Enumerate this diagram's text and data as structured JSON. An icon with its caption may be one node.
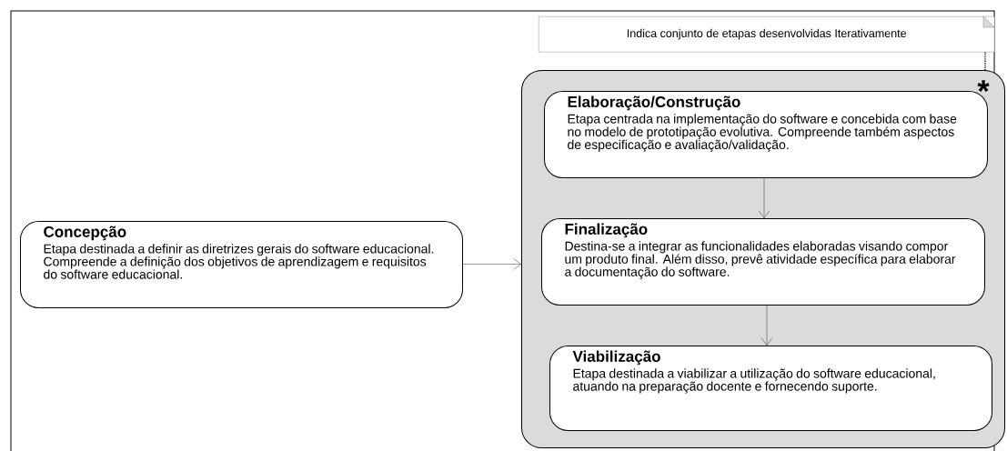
{
  "diagram": {
    "nodes": [
      {
        "text": [
          "Concepção",
          "Etapa destinada a definir as diretrizes gerais do software educacional. Compreende a definição dos objetivos de aprendizagem e requisitos do software educacional."
        ]
      },
      {
        "text": [
          "Indica conjunto de etapas desenvolvidas Iterativamente"
        ]
      },
      {
        "text": [],
        "shape": "box"
      },
      {
        "text": [
          "Elaboração/Construção",
          "Etapa centrada na implementação do software e concebida com base no modelo de prototipação evolutiva. Compreende também aspectos de especificação e avaliação/validação."
        ],
        "in": 2
      },
      {
        "text": [
          "Finalização",
          "Destina-se a integrar as funcionalidades elaboradas visando compor um produto final. Além disso, prevê atividade específica para elaborar a documentação do software."
        ],
        "in": 2
      },
      {
        "text": [
          "Viabilização",
          "Etapa destinada a viabilizar a utilização do software educacional, atuando na preparação docente e fornecendo suporte."
        ],
        "in": 2
      }
    ],
    "edges": [
      {
        "from": 0,
        "to": 2,
        "arrow": "to"
      },
      {
        "from": 1,
        "to": 2,
        "arrow": "none",
        "style": "dashed"
      },
      {
        "from": 3,
        "to": 4,
        "arrow": "to"
      },
      {
        "from": 4,
        "to": 5,
        "arrow": "to"
      }
    ],
    "labels": [
      "*"
    ]
  }
}
